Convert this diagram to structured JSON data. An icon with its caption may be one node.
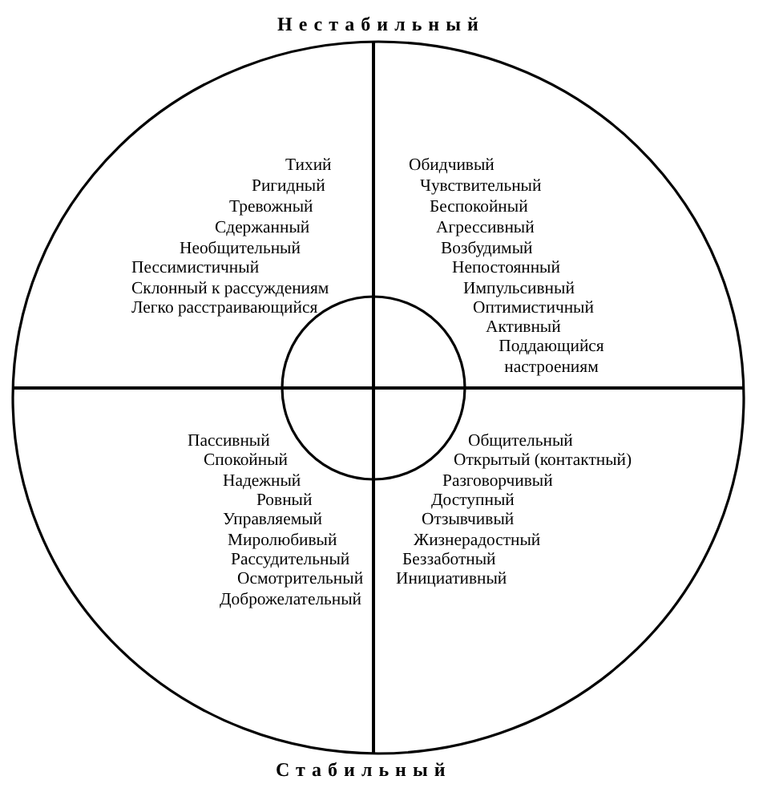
{
  "diagram": {
    "labels": [
      "Нестабильный",
      "Тихий",
      "Ригидный",
      "Тревожный",
      "Сдержанный",
      "Необщительный",
      "Пессимистичный",
      "Склонный к рассуждениям",
      "Легко расстраивающийся",
      "Обидчивый",
      "Чувствительный",
      "Беспокойный",
      "Агрессивный",
      "Возбудимый",
      "Непостоянный",
      "Импульсивный",
      "Оптимистичный",
      "Активный",
      "Поддающийся настроениям",
      "Пассивный",
      "Спокойный",
      "Надежный",
      "Ровный",
      "Управляемый",
      "Миролюбивый",
      "Рассудительный",
      "Осмотрительный",
      "Доброжелательный",
      "Общительный",
      "Открытый (контактный)",
      "Разговорчивый",
      "Доступный",
      "Отзывчивый",
      "Жизнерадостный",
      "Беззаботный",
      "Инициативный",
      "Стабильный"
    ]
  }
}
